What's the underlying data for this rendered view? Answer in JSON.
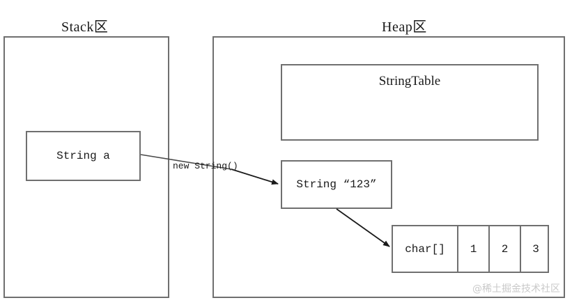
{
  "diagram": {
    "title_stack": "Stack区",
    "title_heap": "Heap区",
    "regions": [
      {
        "name": "stack-region",
        "label": "Stack区"
      },
      {
        "name": "heap-region",
        "label": "Heap区"
      }
    ],
    "stack": {
      "variable_box_label": "String a"
    },
    "heap": {
      "string_table_label": "StringTable",
      "string_object_label": "String  “123”",
      "char_array": {
        "type_label": "char[]",
        "elements": [
          "1",
          "2",
          "3"
        ]
      }
    },
    "edges": [
      {
        "name": "new-string-edge",
        "label": "new String()",
        "from": "String a",
        "to": "String  “123”"
      },
      {
        "name": "string-to-chararray-edge",
        "label": "",
        "from": "String  “123”",
        "to": "char[]"
      }
    ],
    "watermark": "@稀土掘金技术社区",
    "colors": {
      "border": "#6f6f6f",
      "text": "#1a1a1a",
      "arrow": "#333333",
      "watermark": "#c9c9c9",
      "background": "#ffffff"
    }
  }
}
